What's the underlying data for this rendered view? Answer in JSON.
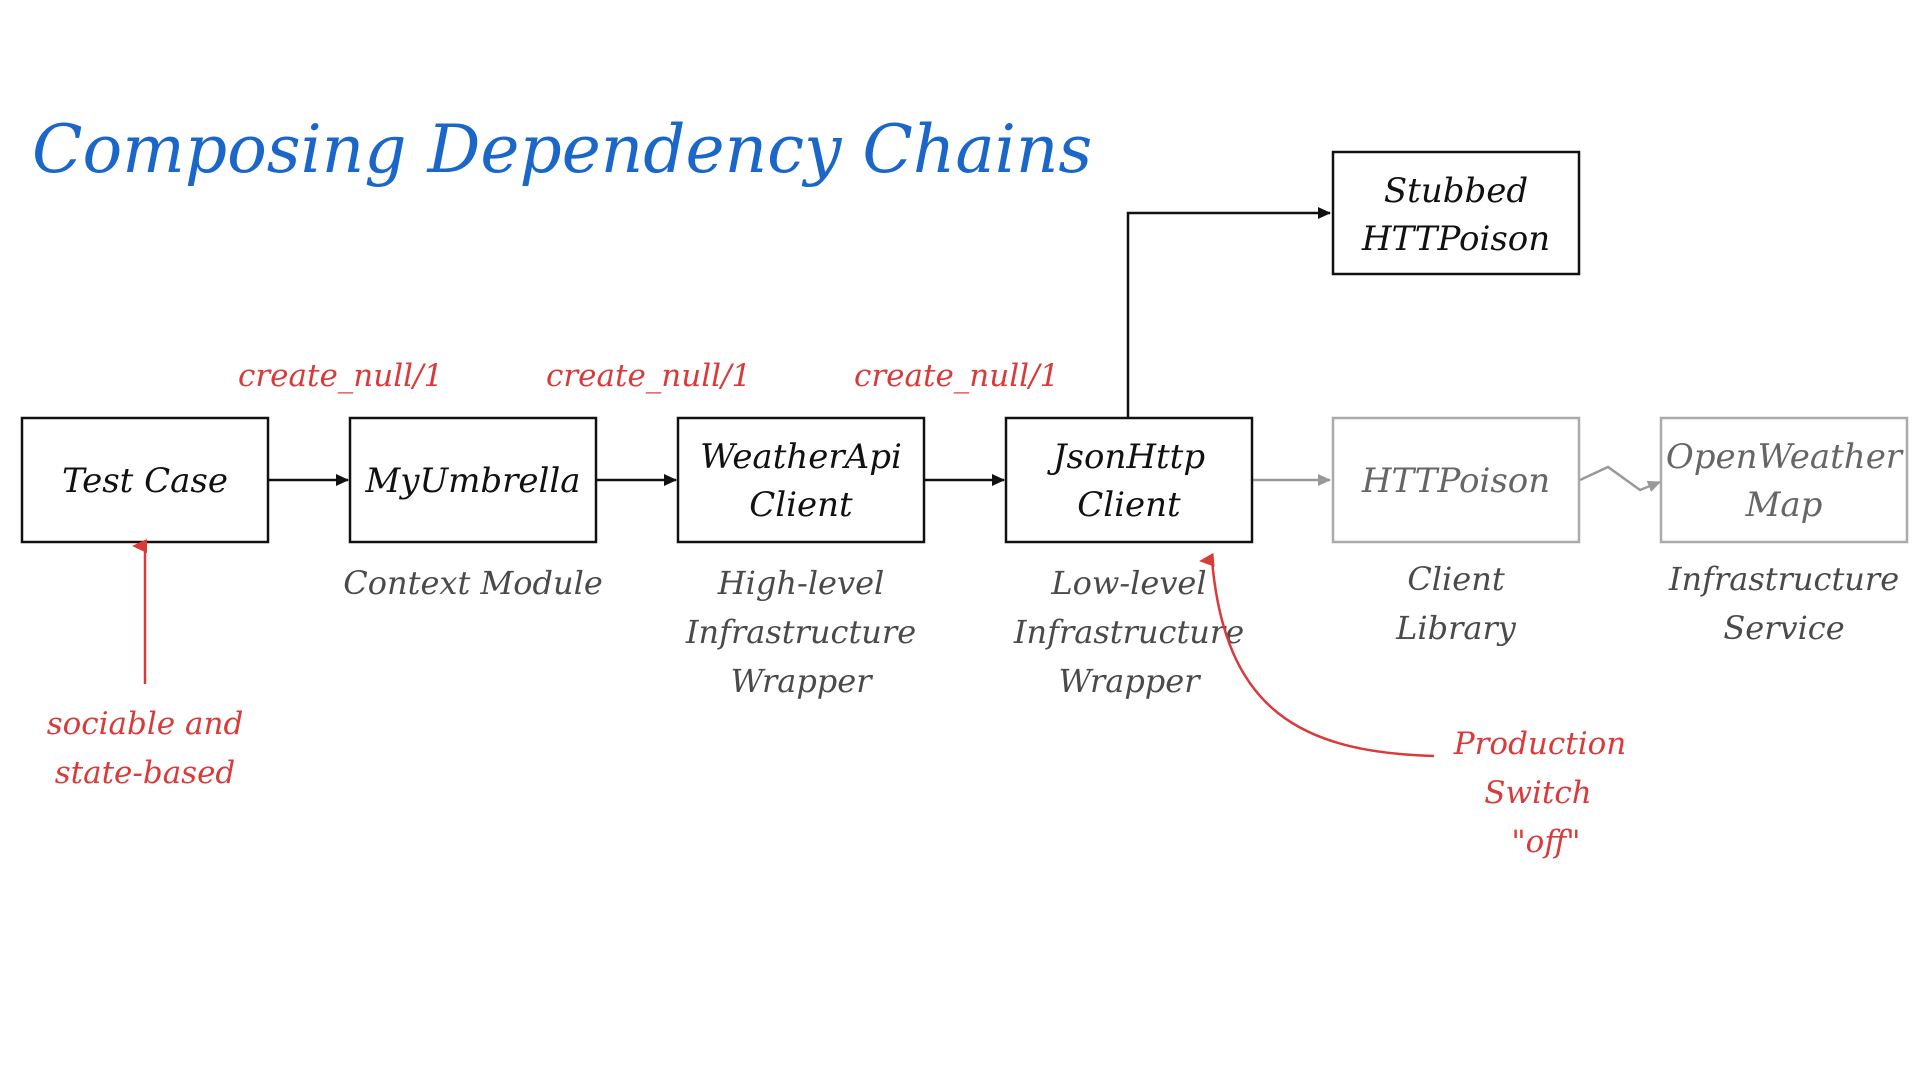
{
  "title": "Composing Dependency Chains",
  "colors": {
    "title": "#1a66c9",
    "annotation": "#d93a3a",
    "box_active": "#111111",
    "box_inactive": "#aaaaaa",
    "caption": "#4a4a4a"
  },
  "boxes": {
    "test_case": {
      "lines": [
        "Test Case"
      ]
    },
    "my_umbrella": {
      "lines": [
        "MyUmbrella"
      ]
    },
    "weather_api_client": {
      "lines": [
        "WeatherApi",
        "Client"
      ]
    },
    "json_http_client": {
      "lines": [
        "JsonHttp",
        "Client"
      ]
    },
    "httpoison": {
      "lines": [
        "HTTPoison"
      ]
    },
    "open_weather_map": {
      "lines": [
        "OpenWeather",
        "Map"
      ]
    },
    "stubbed_httpoison": {
      "lines": [
        "Stubbed",
        "HTTPoison"
      ]
    }
  },
  "captions": {
    "my_umbrella": [
      "Context Module"
    ],
    "weather_api_client": [
      "High-level",
      "Infrastructure",
      "Wrapper"
    ],
    "json_http_client": [
      "Low-level",
      "Infrastructure",
      "Wrapper"
    ],
    "httpoison": [
      "Client",
      "Library"
    ],
    "open_weather_map": [
      "Infrastructure",
      "Service"
    ]
  },
  "edge_labels": [
    "create_null/1",
    "create_null/1",
    "create_null/1"
  ],
  "annotations": {
    "sociable": [
      "sociable and",
      "state-based"
    ],
    "production_switch": [
      "Production",
      "Switch",
      "\"off\""
    ]
  }
}
